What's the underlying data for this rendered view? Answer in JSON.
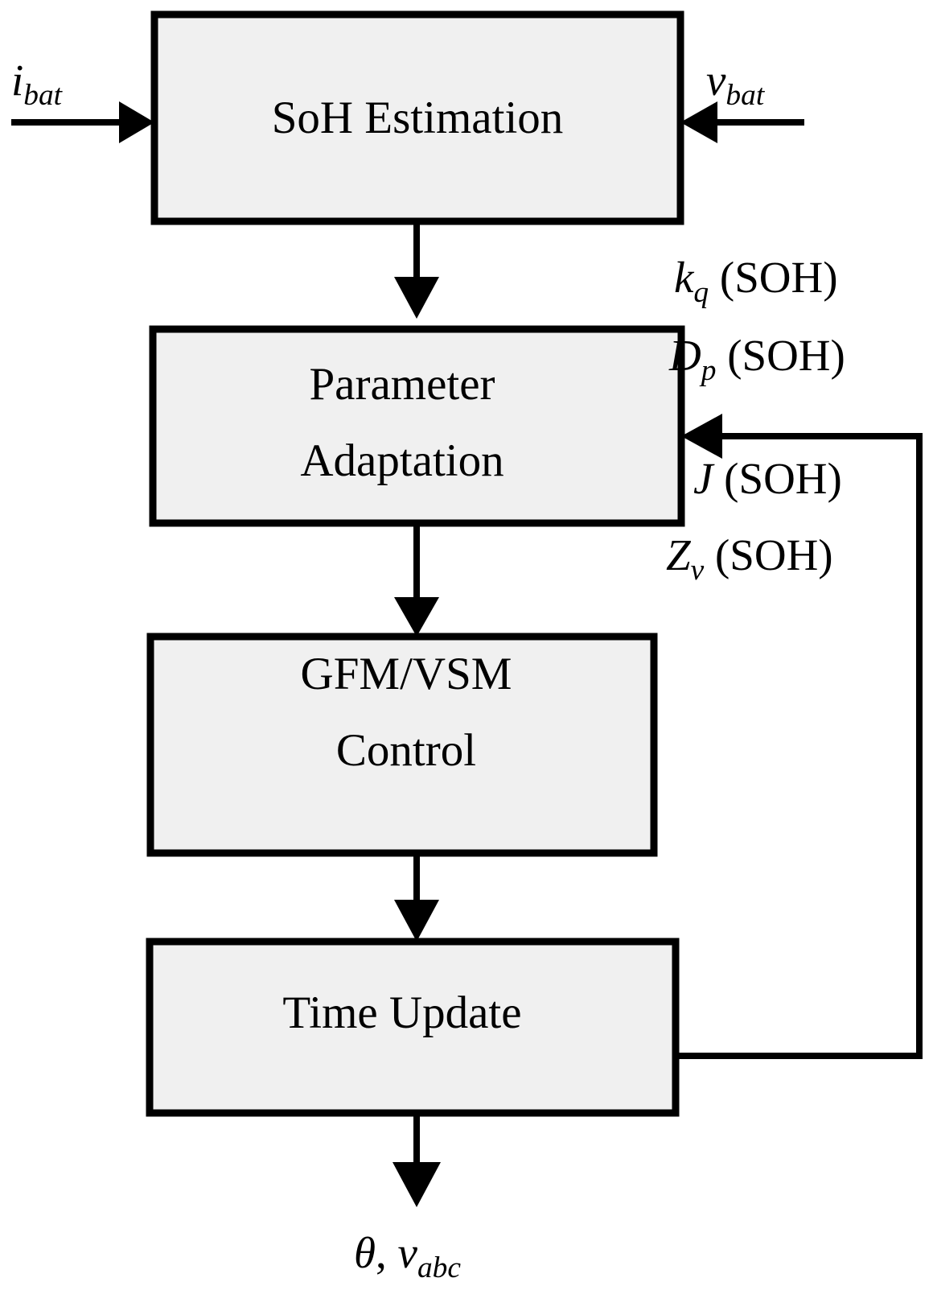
{
  "diagram": {
    "title": "SoH-adaptive grid-forming control block diagram",
    "background_color": "#ffffff",
    "block_fill_color": "#f0f0f0",
    "line_color": "#000000",
    "blocks": [
      {
        "id": "soh-estimation",
        "label": "SoH Estimation",
        "line1": "SoH Estimation",
        "line2": ""
      },
      {
        "id": "parameter-adaptation",
        "label": "Parameter Adaptation",
        "line1": "Parameter",
        "line2": "Adaptation"
      },
      {
        "id": "gfm-vsm-control",
        "label": "GFM/VSM Control",
        "line1": "GFM/VSM",
        "line2": "Control"
      },
      {
        "id": "time-update",
        "label": "Time Update",
        "line1": "Time Update",
        "line2": ""
      }
    ],
    "signals": {
      "input_current": {
        "base": "i",
        "sub": "bat",
        "full": "i_bat"
      },
      "input_voltage": {
        "base": "v",
        "sub": "bat",
        "full": "v_bat"
      },
      "output": {
        "theta": "θ",
        "separator": ", ",
        "base": "v",
        "sub": "abc",
        "full": "θ, v_abc"
      }
    },
    "feedback_labels": [
      {
        "id": "kq-soh",
        "base": "k",
        "sub": "q",
        "arg": " (SOH)",
        "full": "k_q (SOH)"
      },
      {
        "id": "dp-soh",
        "base": "D",
        "sub": "p",
        "arg": " (SOH)",
        "full": "D_p (SOH)"
      },
      {
        "id": "j-soh",
        "base": "J",
        "sub": "",
        "arg": " (SOH)",
        "full": "J (SOH)"
      },
      {
        "id": "zv-soh",
        "base": "Z",
        "sub": "v",
        "arg": " (SOH)",
        "full": "Z_v (SOH)"
      }
    ]
  }
}
